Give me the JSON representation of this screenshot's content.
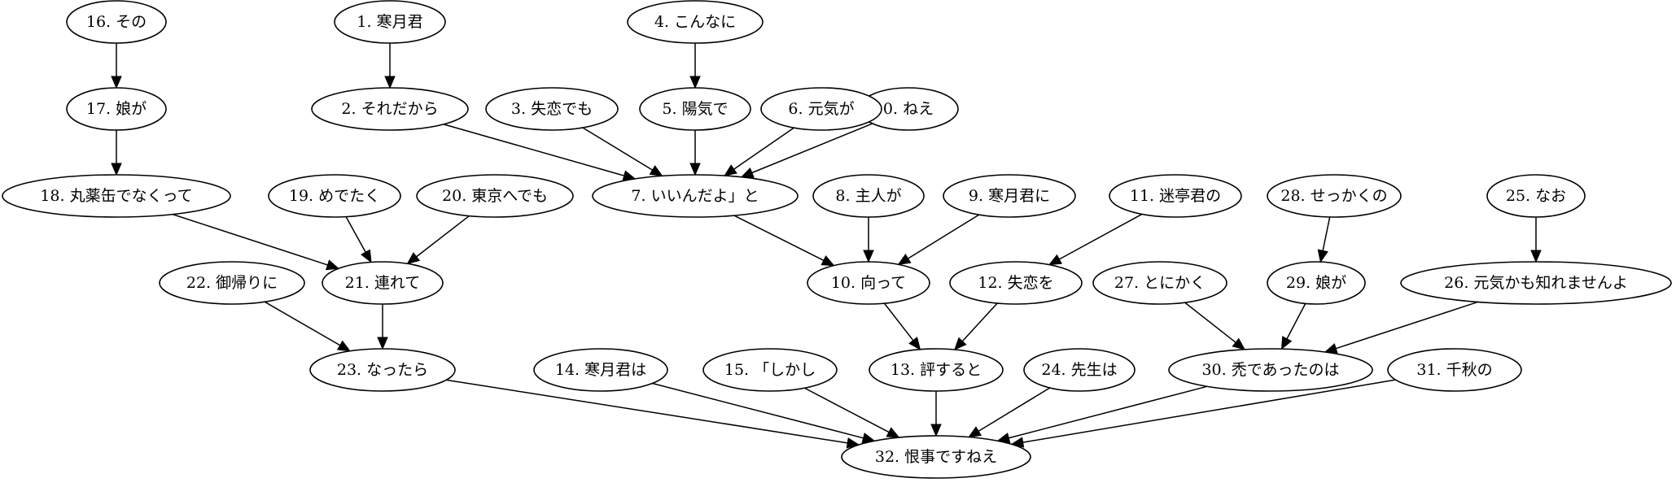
{
  "graph": {
    "nodes": [
      {
        "id": "n0",
        "label": "0. ねえ"
      },
      {
        "id": "n1",
        "label": "1. 寒月君"
      },
      {
        "id": "n2",
        "label": "2. それだから"
      },
      {
        "id": "n3",
        "label": "3. 失恋でも"
      },
      {
        "id": "n4",
        "label": "4. こんなに"
      },
      {
        "id": "n5",
        "label": "5. 陽気で"
      },
      {
        "id": "n6",
        "label": "6. 元気が"
      },
      {
        "id": "n7",
        "label": "7. いいんだよ」と"
      },
      {
        "id": "n8",
        "label": "8. 主人が"
      },
      {
        "id": "n9",
        "label": "9. 寒月君に"
      },
      {
        "id": "n10",
        "label": "10. 向って"
      },
      {
        "id": "n11",
        "label": "11. 迷亭君の"
      },
      {
        "id": "n12",
        "label": "12. 失恋を"
      },
      {
        "id": "n13",
        "label": "13. 評すると"
      },
      {
        "id": "n14",
        "label": "14. 寒月君は"
      },
      {
        "id": "n15",
        "label": "15. 「しかし"
      },
      {
        "id": "n16",
        "label": "16. その"
      },
      {
        "id": "n17",
        "label": "17. 娘が"
      },
      {
        "id": "n18",
        "label": "18. 丸薬缶でなくって"
      },
      {
        "id": "n19",
        "label": "19. めでたく"
      },
      {
        "id": "n20",
        "label": "20. 東京へでも"
      },
      {
        "id": "n21",
        "label": "21. 連れて"
      },
      {
        "id": "n22",
        "label": "22. 御帰りに"
      },
      {
        "id": "n23",
        "label": "23. なったら"
      },
      {
        "id": "n24",
        "label": "24. 先生は"
      },
      {
        "id": "n25",
        "label": "25. なお"
      },
      {
        "id": "n26",
        "label": "26. 元気かも知れませんよ"
      },
      {
        "id": "n27",
        "label": "27. とにかく"
      },
      {
        "id": "n28",
        "label": "28. せっかくの"
      },
      {
        "id": "n29",
        "label": "29. 娘が"
      },
      {
        "id": "n30",
        "label": "30. 禿であったのは"
      },
      {
        "id": "n31",
        "label": "31. 千秋の"
      },
      {
        "id": "n32",
        "label": "32. 恨事ですねえ"
      }
    ],
    "edges": [
      {
        "from": "n1",
        "to": "n2"
      },
      {
        "from": "n4",
        "to": "n5"
      },
      {
        "from": "n16",
        "to": "n17"
      },
      {
        "from": "n17",
        "to": "n18"
      },
      {
        "from": "n2",
        "to": "n7"
      },
      {
        "from": "n3",
        "to": "n7"
      },
      {
        "from": "n5",
        "to": "n7"
      },
      {
        "from": "n6",
        "to": "n7"
      },
      {
        "from": "n0",
        "to": "n7"
      },
      {
        "from": "n7",
        "to": "n10"
      },
      {
        "from": "n8",
        "to": "n10"
      },
      {
        "from": "n9",
        "to": "n10"
      },
      {
        "from": "n11",
        "to": "n12"
      },
      {
        "from": "n10",
        "to": "n13"
      },
      {
        "from": "n12",
        "to": "n13"
      },
      {
        "from": "n18",
        "to": "n21"
      },
      {
        "from": "n19",
        "to": "n21"
      },
      {
        "from": "n20",
        "to": "n21"
      },
      {
        "from": "n22",
        "to": "n23"
      },
      {
        "from": "n21",
        "to": "n23"
      },
      {
        "from": "n28",
        "to": "n29"
      },
      {
        "from": "n25",
        "to": "n26"
      },
      {
        "from": "n27",
        "to": "n30"
      },
      {
        "from": "n29",
        "to": "n30"
      },
      {
        "from": "n26",
        "to": "n30"
      },
      {
        "from": "n23",
        "to": "n32"
      },
      {
        "from": "n14",
        "to": "n32"
      },
      {
        "from": "n15",
        "to": "n32"
      },
      {
        "from": "n13",
        "to": "n32"
      },
      {
        "from": "n24",
        "to": "n32"
      },
      {
        "from": "n30",
        "to": "n32"
      },
      {
        "from": "n31",
        "to": "n32"
      }
    ]
  }
}
